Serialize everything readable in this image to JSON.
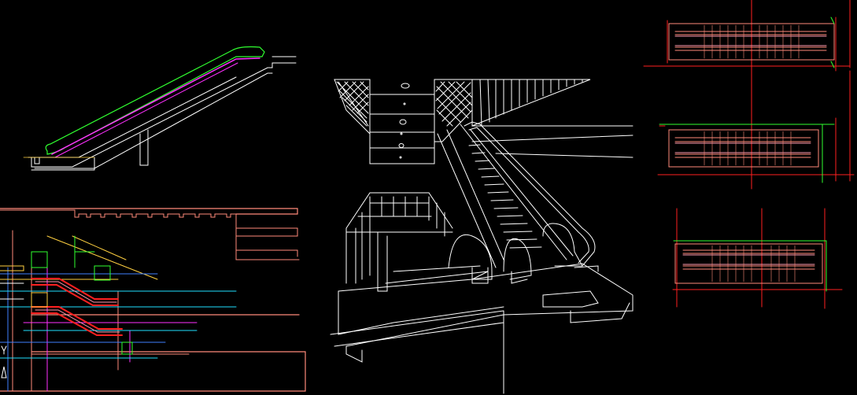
{
  "drawing": {
    "background": "#000000",
    "views": [
      {
        "name": "escalator-side-elevation",
        "kind": "elevation"
      },
      {
        "name": "building-section",
        "kind": "section"
      },
      {
        "name": "perspective-view",
        "kind": "perspective"
      },
      {
        "name": "plan-top",
        "kind": "plan"
      },
      {
        "name": "plan-middle",
        "kind": "plan"
      },
      {
        "name": "plan-bottom",
        "kind": "plan"
      }
    ],
    "colors": {
      "green": "#30ff30",
      "magenta": "#ff30ff",
      "white": "#ffffff",
      "salmon": "#ff8a7a",
      "red": "#ff2020",
      "cyan": "#20e0ff",
      "blue": "#4080ff",
      "yellow": "#ffd040",
      "orange": "#ff9a40",
      "pink": "#ff9ab0"
    }
  }
}
